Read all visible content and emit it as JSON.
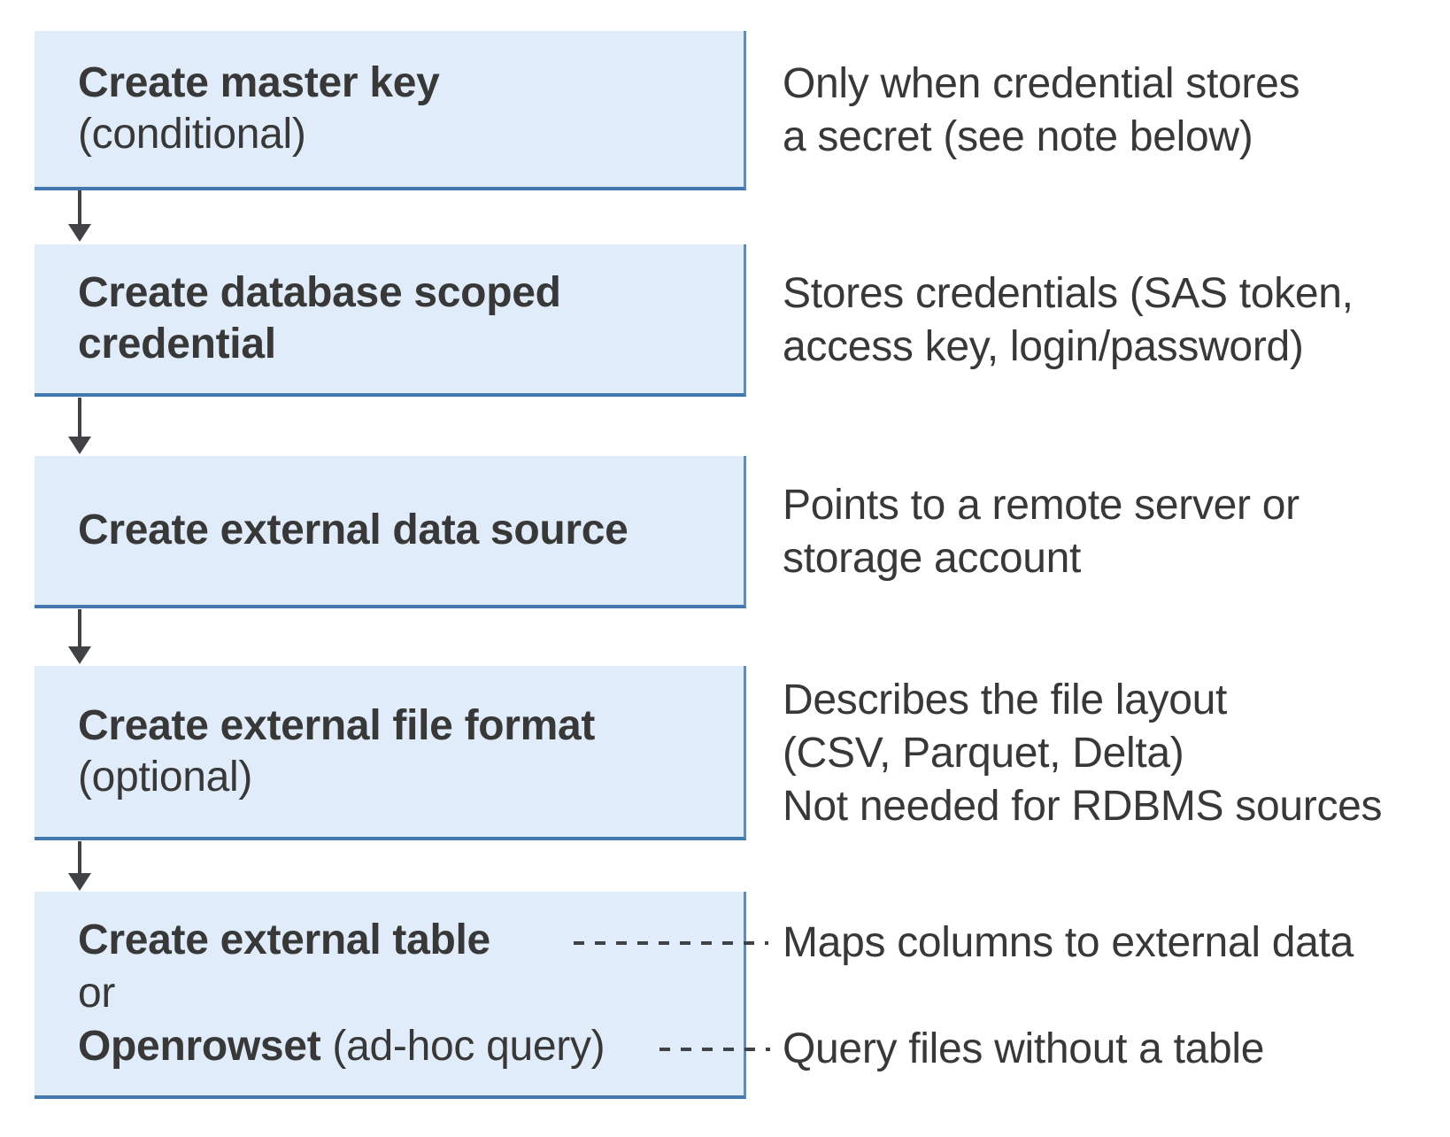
{
  "diagram": {
    "boxes": [
      {
        "name": "create-master-key",
        "lines": [
          {
            "b": "Create master key",
            "r": ""
          },
          {
            "b": "",
            "r": "(conditional)"
          }
        ]
      },
      {
        "name": "create-database-scoped-credential",
        "lines": [
          {
            "b": "Create database scoped",
            "r": ""
          },
          {
            "b": "credential",
            "r": ""
          }
        ]
      },
      {
        "name": "create-external-data-source",
        "lines": [
          {
            "b": "Create external data source",
            "r": ""
          }
        ]
      },
      {
        "name": "create-external-file-format",
        "lines": [
          {
            "b": "Create external file format",
            "r": ""
          },
          {
            "b": "",
            "r": "(optional)"
          }
        ]
      },
      {
        "name": "create-external-table-or-openrowset",
        "lines": [
          {
            "b": "Create external table",
            "r": ""
          },
          {
            "b": "",
            "r": "or"
          },
          {
            "b": "Openrowset",
            "r": " (ad-hoc query)"
          }
        ]
      }
    ],
    "notes": [
      {
        "lines": [
          "Only when credential stores",
          "a secret (see note below)"
        ]
      },
      {
        "lines": [
          "Stores credentials (SAS token,",
          "access key, login/password)"
        ]
      },
      {
        "lines": [
          "Points to a remote server or",
          "storage account"
        ]
      },
      {
        "lines": [
          "Describes the file layout",
          "(CSV, Parquet, Delta)",
          "Not needed for RDBMS sources"
        ]
      },
      {
        "lines": [
          "Maps columns to external data"
        ]
      },
      {
        "lines": [
          "Query files without a table"
        ]
      }
    ],
    "colors": {
      "background": "#ffffff",
      "box_fill": "#e1ecfa",
      "box_border": "#4178ae",
      "text": "#383838",
      "connector": "#404245"
    }
  }
}
